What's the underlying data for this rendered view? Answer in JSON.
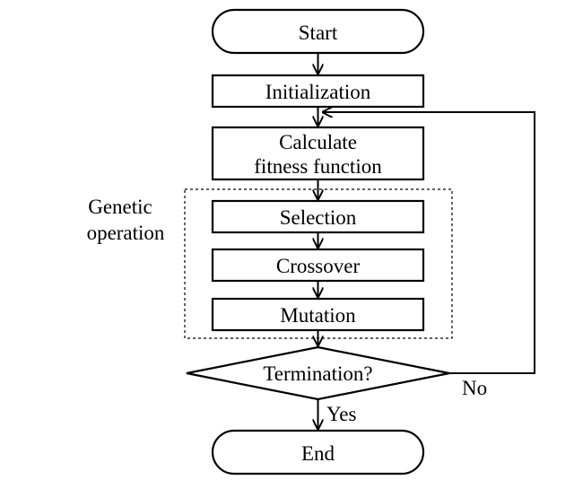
{
  "diagram": {
    "nodes": {
      "start": "Start",
      "initialization": "Initialization",
      "fitness": [
        "Calculate",
        "fitness function"
      ],
      "selection": "Selection",
      "crossover": "Crossover",
      "mutation": "Mutation",
      "termination": "Termination?",
      "end": "End"
    },
    "group_label": [
      "Genetic",
      "operation"
    ],
    "edge_labels": {
      "no": "No",
      "yes": "Yes"
    }
  },
  "colors": {
    "stroke": "#000000",
    "background": "#ffffff"
  }
}
